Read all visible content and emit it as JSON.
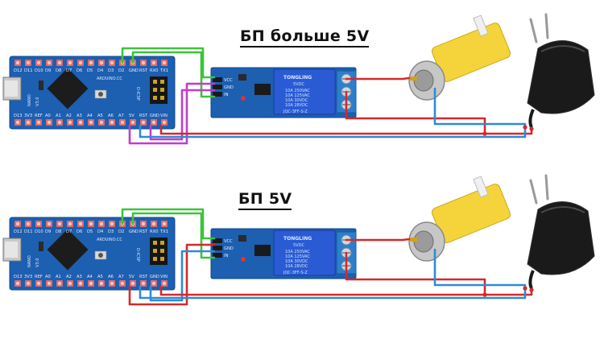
{
  "diagram_top": {
    "title": "БП больше 5V",
    "arduino": {
      "top_pins": [
        "D12",
        "D11",
        "D10",
        "D9",
        "D8",
        "D7",
        "D6",
        "D5",
        "D4",
        "D3",
        "D2",
        "GND",
        "RST",
        "RX0",
        "TX1"
      ],
      "bottom_pins": [
        "D13",
        "3V3",
        "REF",
        "A0",
        "A1",
        "A2",
        "A3",
        "A4",
        "A5",
        "A6",
        "A7",
        "5V",
        "RST",
        "GND",
        "VIN"
      ],
      "labels": [
        "ARDUINO.CC",
        "D-ICSP",
        "NANO",
        "V3.0"
      ]
    },
    "relay": {
      "brand": "TONGLING",
      "model": "5VDC",
      "ratings": [
        "10A 250VAC",
        "10A 125VAC",
        "10A 30VDC",
        "10A 28VDC"
      ],
      "part": "JQC-3FF-S-Z",
      "pins": [
        "VCC",
        "GND",
        "IN"
      ]
    }
  },
  "diagram_bottom": {
    "title": "БП 5V",
    "arduino": {
      "top_pins": [
        "D12",
        "D11",
        "D10",
        "D9",
        "D8",
        "D7",
        "D6",
        "D5",
        "D4",
        "D3",
        "D2",
        "GND",
        "RST",
        "RX0",
        "TX1"
      ],
      "bottom_pins": [
        "D13",
        "3V3",
        "REF",
        "A0",
        "A1",
        "A2",
        "A3",
        "A4",
        "A5",
        "A6",
        "A7",
        "5V",
        "RST",
        "GND",
        "VIN"
      ],
      "labels": [
        "ARDUINO.CC",
        "D-ICSP",
        "NANO",
        "V3.0"
      ]
    },
    "relay": {
      "brand": "TONGLING",
      "model": "5VDC",
      "ratings": [
        "10A 250VAC",
        "10A 125VAC",
        "10A 30VDC",
        "10A 28VDC"
      ],
      "part": "JQC-3FF-S-Z",
      "pins": [
        "VCC",
        "GND",
        "IN"
      ]
    }
  },
  "colors": {
    "board_blue": "#1d5fb0",
    "wire_green": "#3cc43c",
    "wire_magenta": "#c03ec8",
    "wire_red": "#d42a2a",
    "wire_blue": "#2f8bd8",
    "motor_yellow": "#f4d43a",
    "adapter_black": "#1a1a1a"
  }
}
